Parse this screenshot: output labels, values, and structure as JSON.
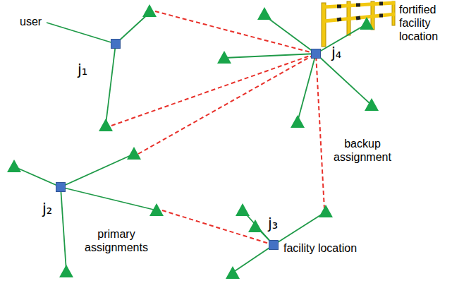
{
  "diagram": {
    "nodes": [
      {
        "text": [
          "j₁"
        ]
      },
      {
        "text": [
          "j₄"
        ]
      },
      {
        "text": [
          "j₂"
        ]
      },
      {
        "text": [
          "j₃"
        ]
      }
    ],
    "labels": [
      "user",
      "fortified facility location",
      "backup assignment",
      "primary assignments",
      "facility location"
    ]
  }
}
